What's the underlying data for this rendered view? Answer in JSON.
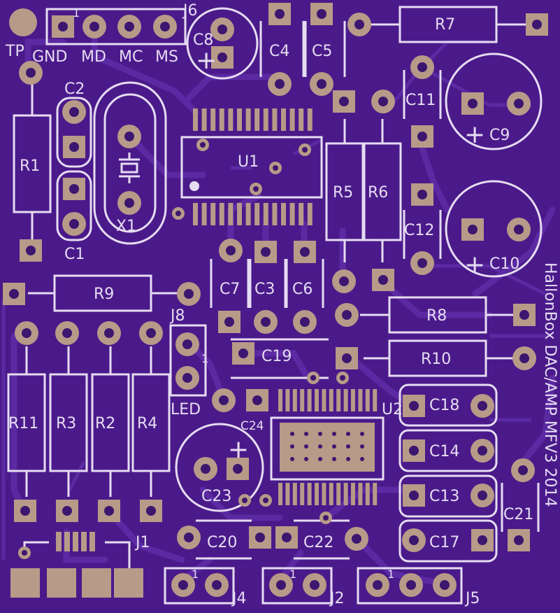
{
  "board": {
    "colors": {
      "substrate": "#4a1a8a",
      "trace": "#5a2aa0",
      "silk": "#e6dcf2",
      "pad": "#b79a88",
      "hole": "#3d1670"
    },
    "side_text": "HallonBox DAC/AMP MFV3 2014"
  },
  "labels": {
    "tp": "TP",
    "gnd": "GND",
    "md": "MD",
    "mc": "MC",
    "ms": "MS",
    "j6": "J6",
    "j6_pin1": "1",
    "c8": "C8",
    "c4": "C4",
    "c5": "C5",
    "r7": "R7",
    "c2": "C2",
    "r1": "R1",
    "c1": "C1",
    "x1": "X1",
    "u1": "U1",
    "r5": "R5",
    "r6": "R6",
    "c11": "C11",
    "c9": "C9",
    "c12": "C12",
    "c10": "C10",
    "r9": "R9",
    "c7": "C7",
    "c3": "C3",
    "c6": "C6",
    "r8": "R8",
    "j8": "J8",
    "j8_pin1": "1",
    "led": "LED",
    "c19": "C19",
    "r10": "R10",
    "r11": "R11",
    "r3": "R3",
    "r2": "R2",
    "r4": "R4",
    "c24": "C24",
    "u2": "U2",
    "c18": "C18",
    "c14": "C14",
    "c13": "C13",
    "c17": "C17",
    "c21": "C21",
    "c23": "C23",
    "c20": "C20",
    "c22": "C22",
    "j1": "J1",
    "j4": "J4",
    "j2": "J2",
    "j5": "J5",
    "j4_pin1": "1",
    "j2_pin1": "1",
    "j5_pin1": "1",
    "plus": "+"
  }
}
